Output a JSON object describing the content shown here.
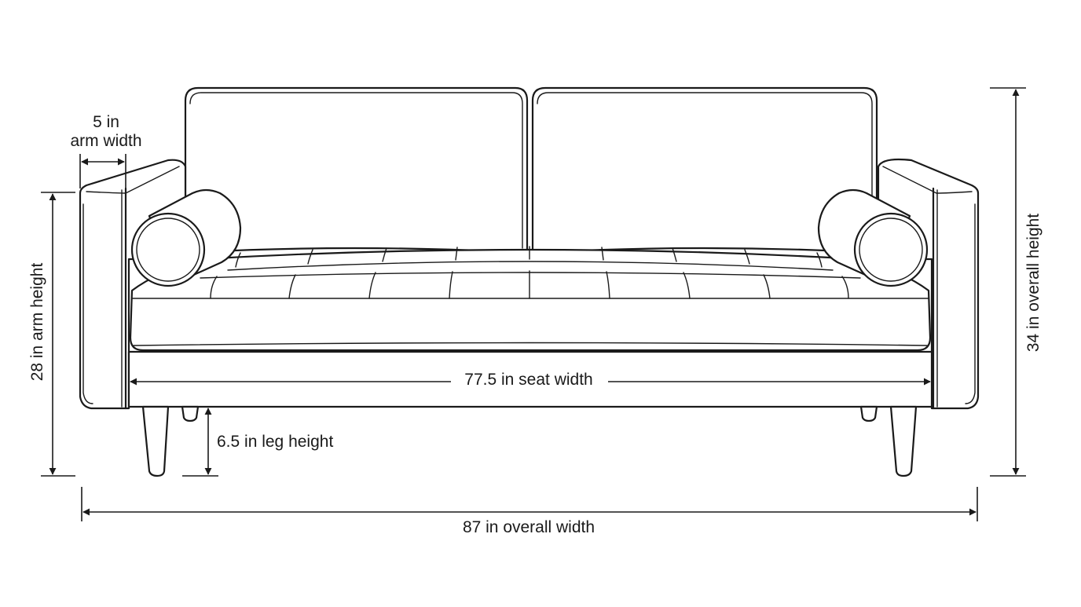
{
  "dimensions": {
    "arm_width": {
      "value": "5 in",
      "label": "arm width"
    },
    "arm_height": "28 in arm height",
    "overall_height": "34 in overall height",
    "seat_width": "77.5 in seat width",
    "leg_height": "6.5 in leg height",
    "overall_width": "87 in overall width"
  },
  "colors": {
    "line": "#1a1a1a",
    "background": "#ffffff"
  }
}
